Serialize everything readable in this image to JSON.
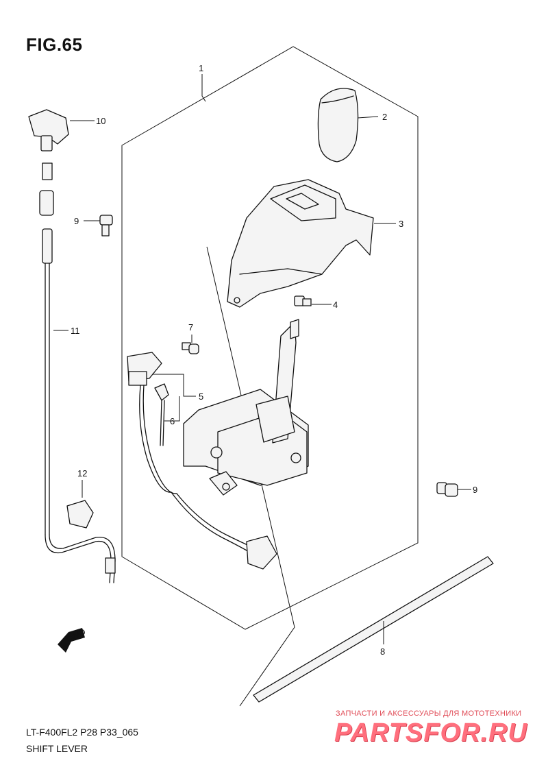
{
  "figure": {
    "title": "FIG.65",
    "model_code": "LT-F400FL2 P28 P33_065",
    "name": "SHIFT LEVER"
  },
  "callouts": [
    "1",
    "2",
    "3",
    "4",
    "5",
    "6",
    "7",
    "8",
    "9",
    "9",
    "10",
    "11",
    "12"
  ],
  "fwd_label": "FWD",
  "watermark": {
    "tagline": "ЗАПЧАСТИ И АКСЕССУАРЫ ДЛЯ МОТОТЕХНИКИ",
    "brand": "PARTSFOR.RU"
  }
}
